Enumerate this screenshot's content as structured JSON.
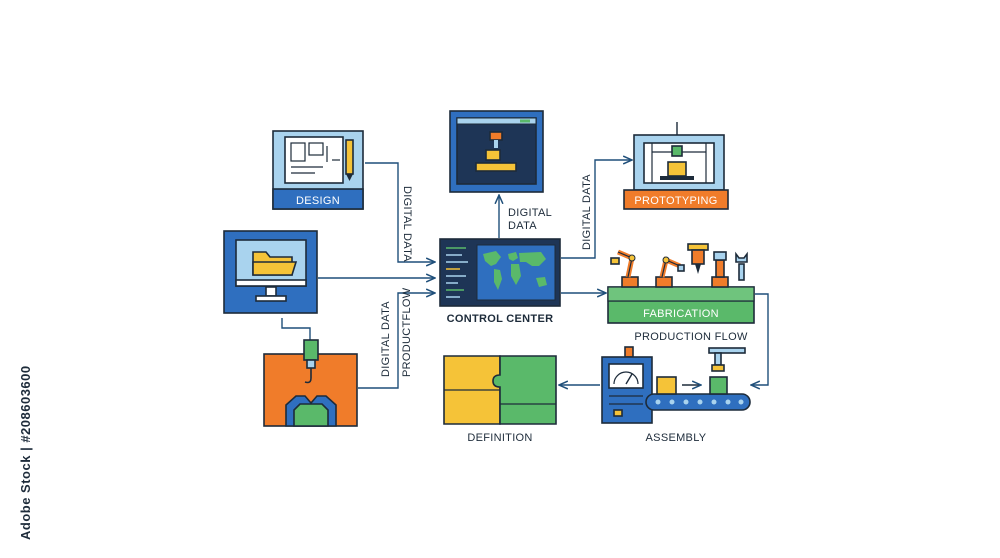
{
  "labels": {
    "design": "DESIGN",
    "prototyping": "PROTOTYPING",
    "control_center": "CONTROL CENTER",
    "fabrication": "FABRICATION",
    "production_flow": "PRODUCTION FLOW",
    "definition": "DEFINITION",
    "assembly": "ASSEMBLY",
    "digital_data_top_1": "DIGITAL",
    "digital_data_top_2": "DATA",
    "digital_data_design": "DIGITAL DATA",
    "digital_data_proto": "DIGITAL DATA",
    "digital_data_mold": "DIGITAL DATA",
    "productflow_mold": "PRODUCTFLOW"
  },
  "watermark": "Adobe Stock | #208603600",
  "colors": {
    "blue": "#2f6fbf",
    "light_blue": "#a9d3ee",
    "navy": "#1d2b3a",
    "orange": "#f07c2a",
    "yellow": "#f5c338",
    "green": "#5ab96a",
    "dark_panel": "#1e3556"
  },
  "icons": [
    "blueprint-icon",
    "pencil-icon",
    "folder-icon",
    "monitor-icon",
    "3d-printer-icon",
    "world-map-icon",
    "robot-arm-icon",
    "wrench-icon",
    "puzzle-icon",
    "conveyor-icon",
    "gauge-icon"
  ]
}
